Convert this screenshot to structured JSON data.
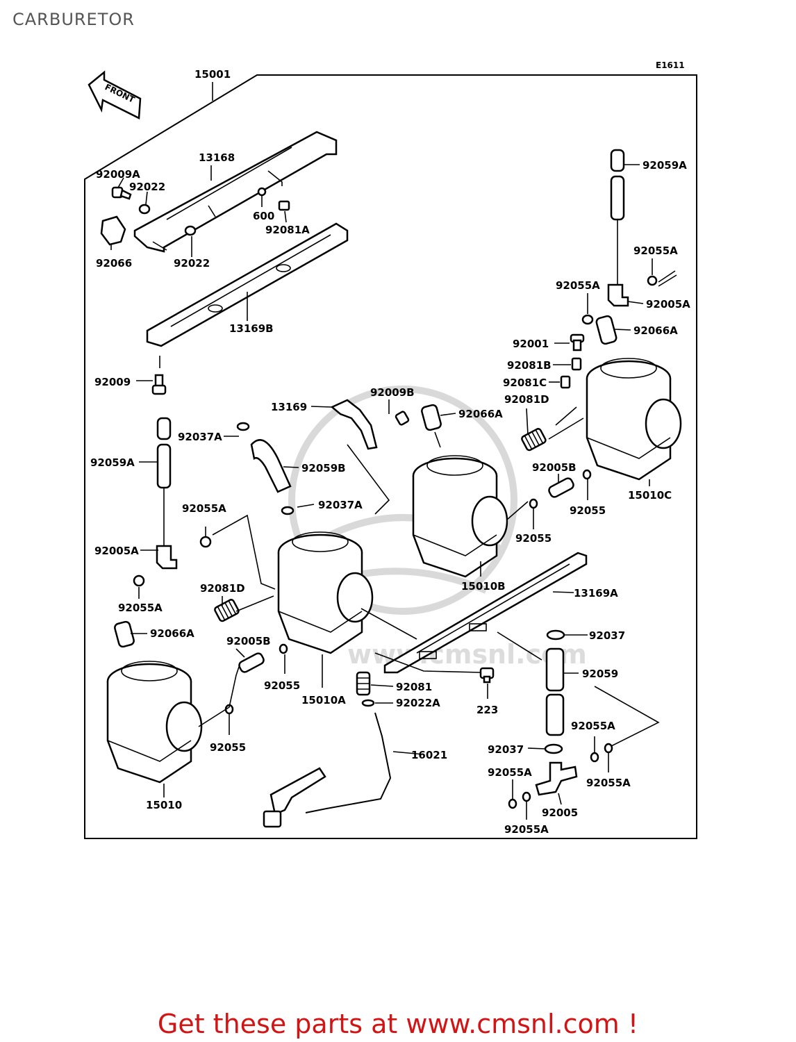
{
  "page": {
    "title": "CARBURETOR",
    "code": "E1611",
    "front_label": "FRONT"
  },
  "labels": {
    "l15001": "15001",
    "l13168": "13168",
    "l92009A": "92009A",
    "l92022a": "92022",
    "l92022b": "92022",
    "l92066": "92066",
    "l600": "600",
    "l92081A": "92081A",
    "l13169B": "13169B",
    "l92009": "92009",
    "l92059A_r": "92059A",
    "l92055A_r1": "92055A",
    "l92055A_r2": "92055A",
    "l92005A_r": "92005A",
    "l92066A_r": "92066A",
    "l92001": "92001",
    "l92081B": "92081B",
    "l92081C": "92081C",
    "l92081D_r": "92081D",
    "l13169": "13169",
    "l92009B": "92009B",
    "l92066A_m": "92066A",
    "l92037A_a": "92037A",
    "l92059A_l": "92059A",
    "l92059B": "92059B",
    "l92005B_r": "92005B",
    "l92055_r": "92055",
    "l15010C": "15010C",
    "l92037A_b": "92037A",
    "l92055A_l": "92055A",
    "l92055_m": "92055",
    "l92005A_l": "92005A",
    "l15010B": "15010B",
    "l13169A": "13169A",
    "l92081D_l": "92081D",
    "l92055A_l2": "92055A",
    "l92066A_l": "92066A",
    "l92037": "92037",
    "l92005B_l": "92005B",
    "l92059": "92059",
    "l92055_c": "92055",
    "l15010A": "15010A",
    "l92081": "92081",
    "l92022A": "92022A",
    "l223": "223",
    "l92055A_b1": "92055A",
    "l92055_l": "92055",
    "l16021": "16021",
    "l92037_b": "92037",
    "l92055A_b2": "92055A",
    "l92055A_b3": "92055A",
    "l15010": "15010",
    "l92005": "92005",
    "l92055A_b4": "92055A"
  },
  "watermark": {
    "text": "www.cmsnl.com",
    "color": "#d9d9d9"
  },
  "footer": {
    "cta": "Get these parts at www.cmsnl.com !",
    "color": "#d21414"
  }
}
